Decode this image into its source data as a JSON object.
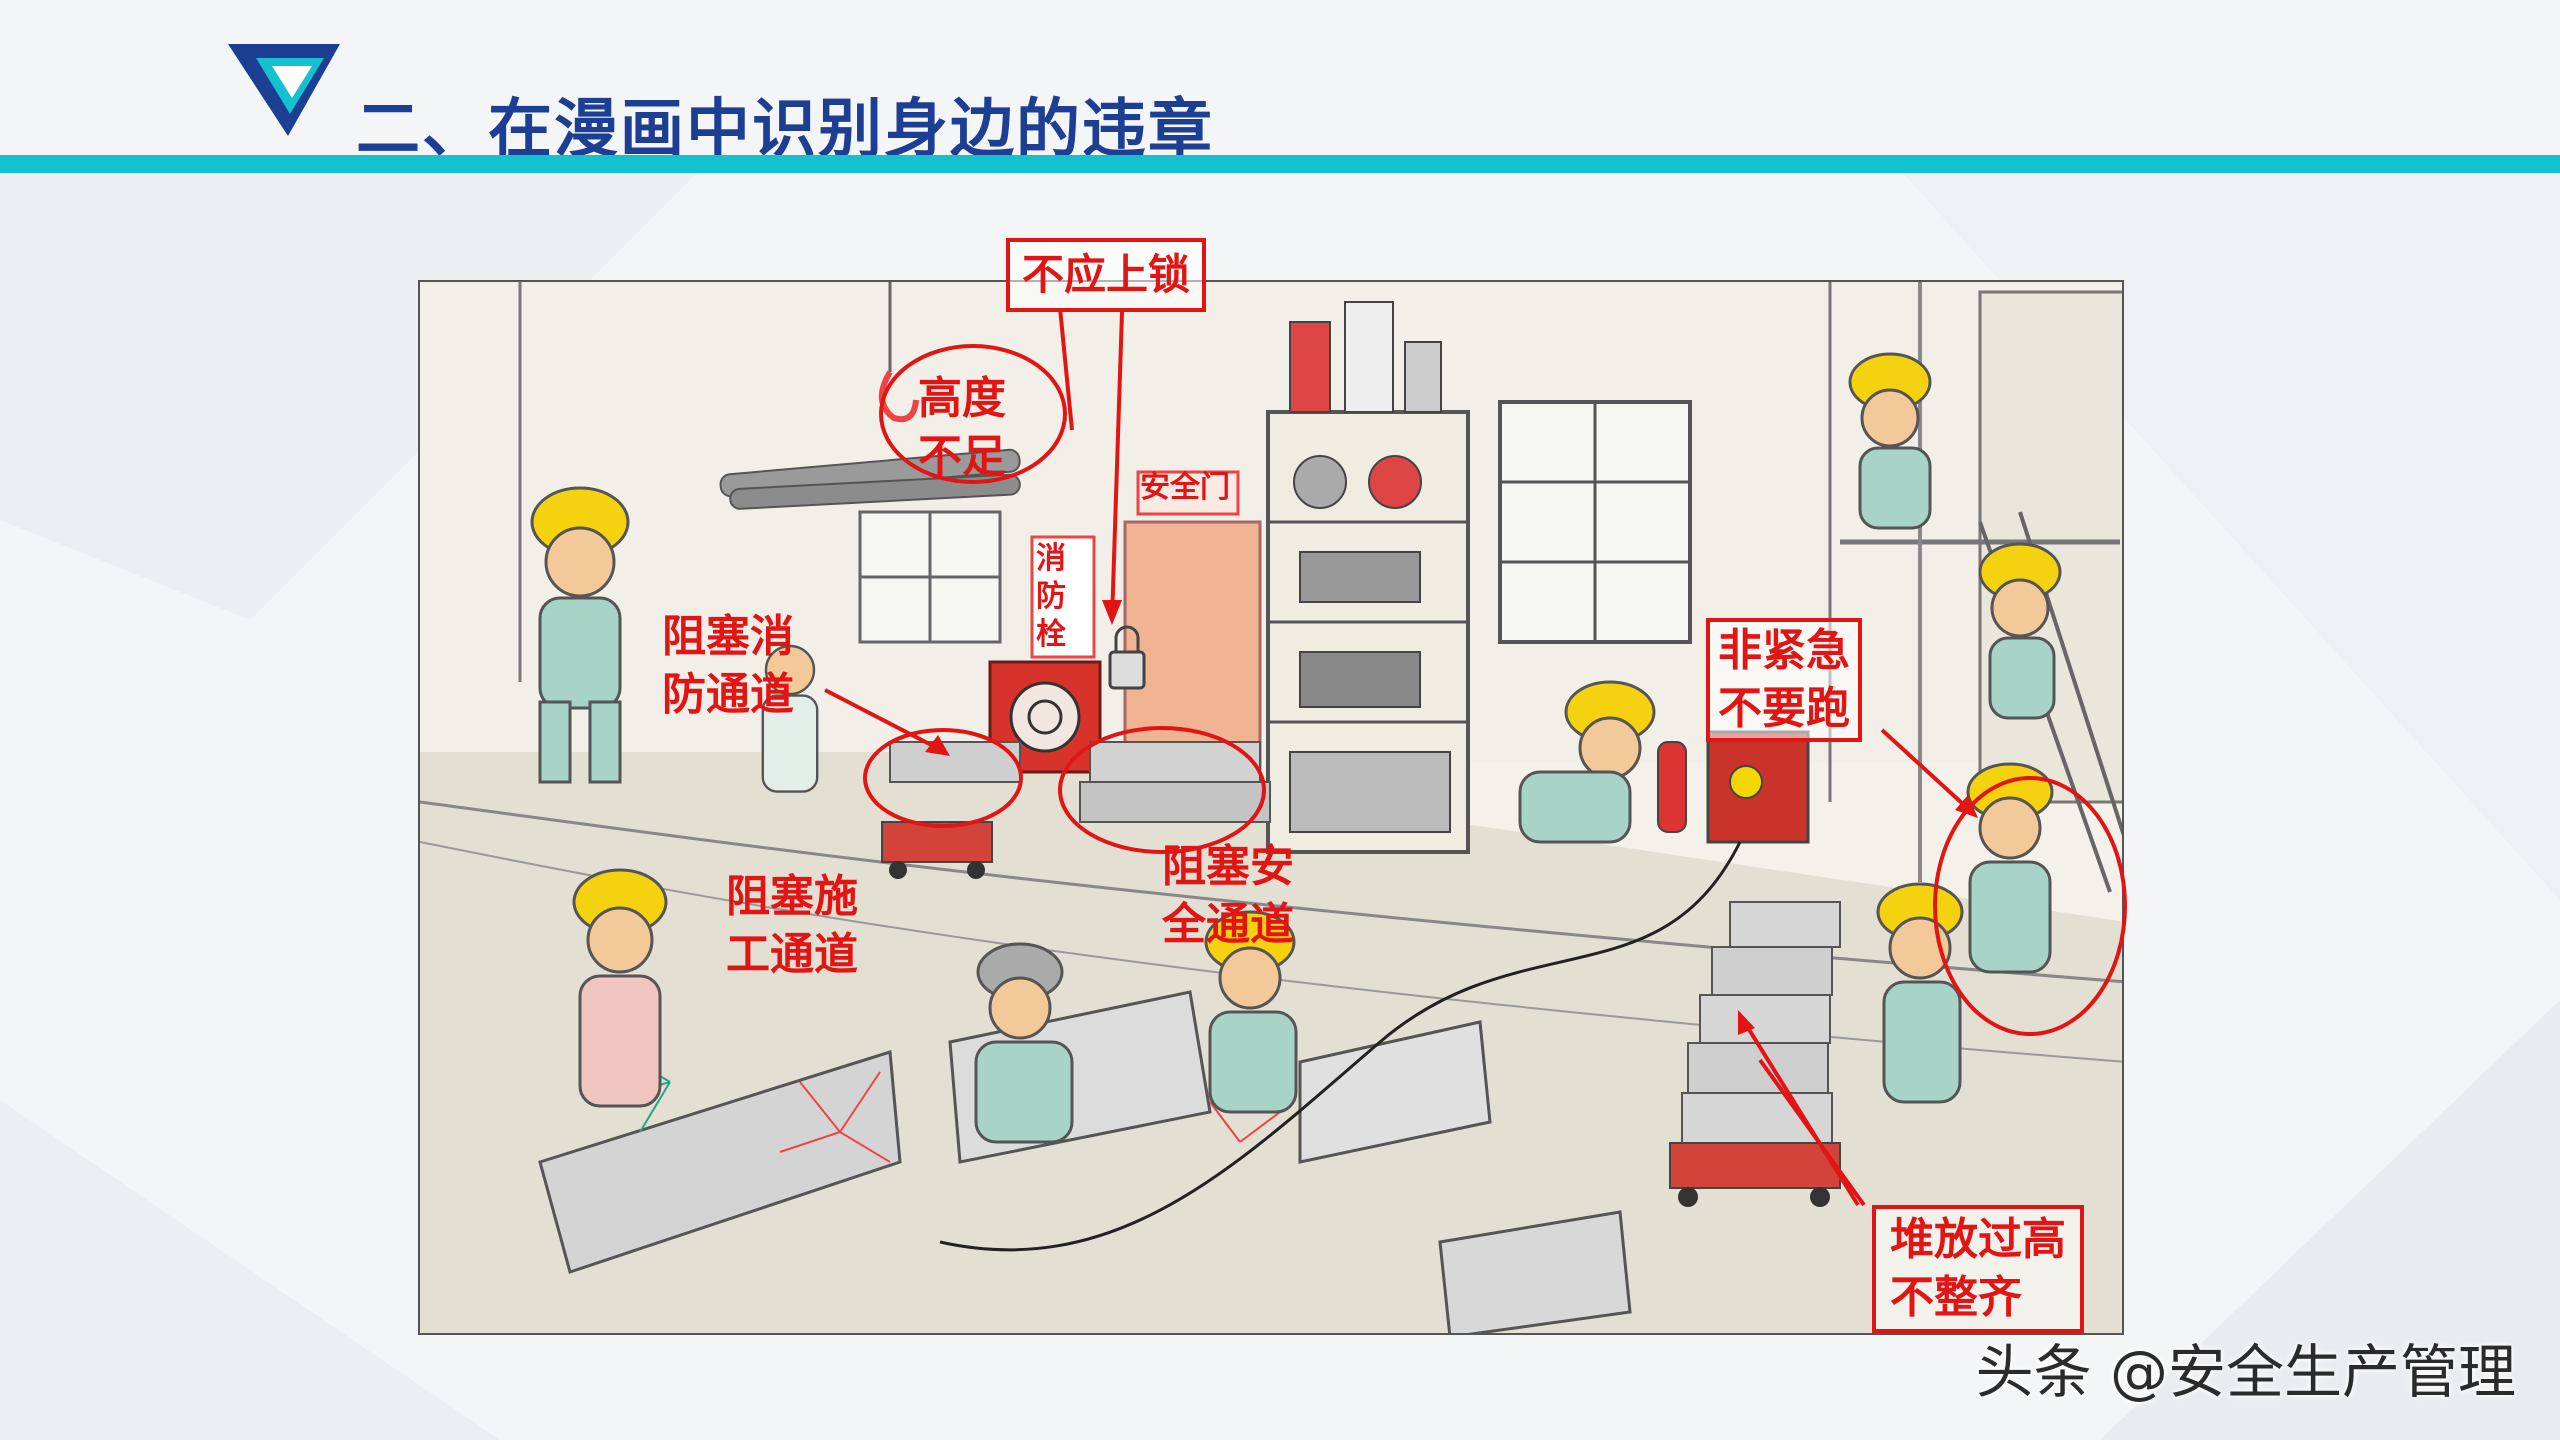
{
  "slide": {
    "title": "二、在漫画中识别身边的违章"
  },
  "comic": {
    "door_sign": "安全门",
    "hydrant_sign": "消\n防\n栓",
    "annotations": {
      "no_lock": "不应上锁",
      "height_insufficient": "高度\n不足",
      "blocked_fire_passage": "阻塞消\n防通道",
      "no_running": "非紧急\n不要跑",
      "blocked_construction_passage": "阻塞施\n工通道",
      "blocked_safety_passage": "阻塞安\n全通道",
      "stacked_too_high": "堆放过高\n不整齐"
    }
  },
  "watermark": "头条 @安全生产管理",
  "colors": {
    "title": "#1c3f94",
    "accent_bar": "#13c1cf",
    "annotation": "#e21515",
    "helmet": "#f5d20f",
    "worker_uniform": "#a8d4c8"
  }
}
